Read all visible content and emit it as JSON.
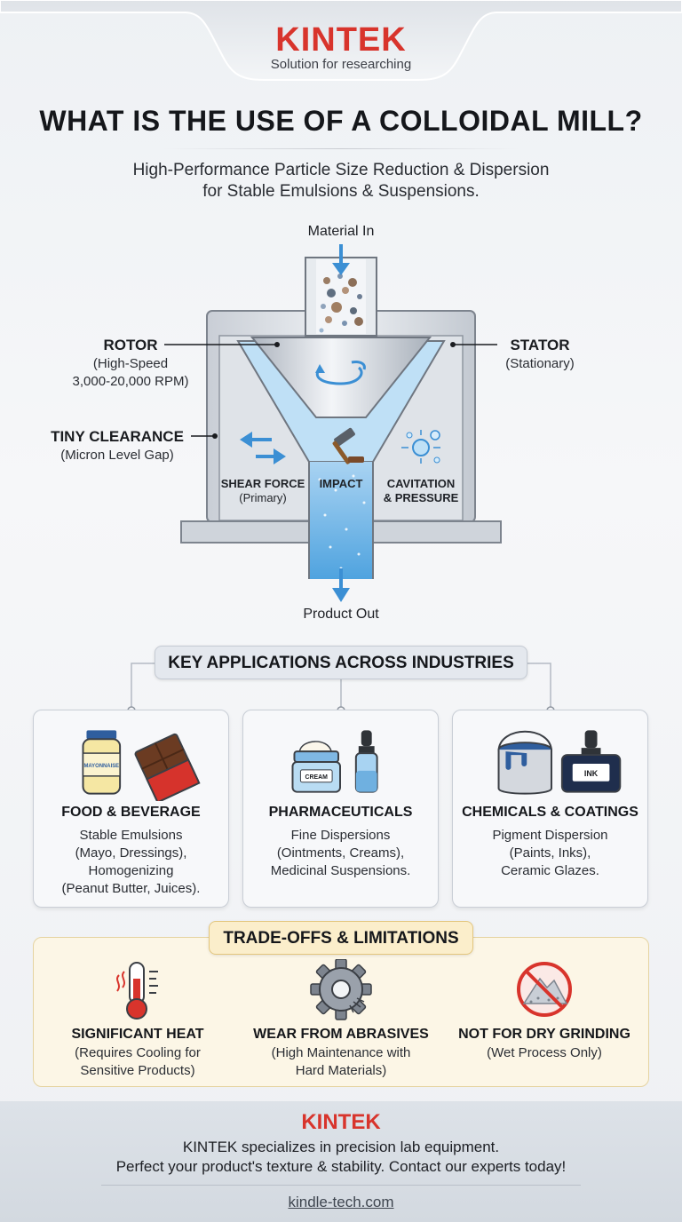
{
  "brand": {
    "logo": "KINTEK",
    "tagline": "Solution for researching"
  },
  "title": "WHAT IS THE USE OF A COLLOIDAL MILL?",
  "subtitle_line1": "High-Performance Particle Size Reduction & Dispersion",
  "subtitle_line2": "for Stable Emulsions & Suspensions.",
  "diagram": {
    "material_in": "Material In",
    "product_out": "Product Out",
    "rotor": {
      "title": "ROTOR",
      "line1": "(High-Speed",
      "line2": "3,000-20,000 RPM)"
    },
    "stator": {
      "title": "STATOR",
      "line1": "(Stationary)"
    },
    "clearance": {
      "title": "TINY CLEARANCE",
      "line1": "(Micron Level Gap)"
    },
    "mechanisms": {
      "shear_title": "SHEAR FORCE",
      "shear_sub": "(Primary)",
      "impact_title": "IMPACT",
      "cavitation_title": "CAVITATION",
      "cavitation_sub": "& PRESSURE"
    }
  },
  "applications": {
    "heading": "KEY APPLICATIONS ACROSS INDUSTRIES",
    "cards": [
      {
        "title": "FOOD & BEVERAGE",
        "lines": [
          "Stable Emulsions",
          "(Mayo, Dressings),",
          "Homogenizing",
          "(Peanut Butter, Juices)."
        ],
        "jar_label": "MAYONNAISE"
      },
      {
        "title": "PHARMACEUTICALS",
        "lines": [
          "Fine Dispersions",
          "(Ointments, Creams),",
          "Medicinal Suspensions."
        ],
        "jar_label": "CREAM"
      },
      {
        "title": "CHEMICALS & COATINGS",
        "lines": [
          "Pigment Dispersion",
          "(Paints, Inks),",
          "Ceramic Glazes."
        ],
        "jar_label": "INK"
      }
    ]
  },
  "limitations": {
    "heading": "TRADE-OFFS & LIMITATIONS",
    "items": [
      {
        "title": "SIGNIFICANT HEAT",
        "lines": [
          "(Requires Cooling for",
          "Sensitive Products)"
        ]
      },
      {
        "title": "WEAR FROM ABRASIVES",
        "lines": [
          "(High Maintenance with",
          "Hard Materials)"
        ]
      },
      {
        "title": "NOT FOR DRY GRINDING",
        "lines": [
          "(Wet Process Only)"
        ]
      }
    ]
  },
  "footer": {
    "logo": "KINTEK",
    "line1": "KINTEK specializes in precision lab equipment.",
    "line2": "Perfect your product's texture & stability. Contact our experts today!",
    "link": "kindle-tech.com"
  },
  "colors": {
    "brand_red": "#d8342c",
    "accent_blue": "#3b8fd4",
    "trade_bg": "#fcf6e6"
  }
}
